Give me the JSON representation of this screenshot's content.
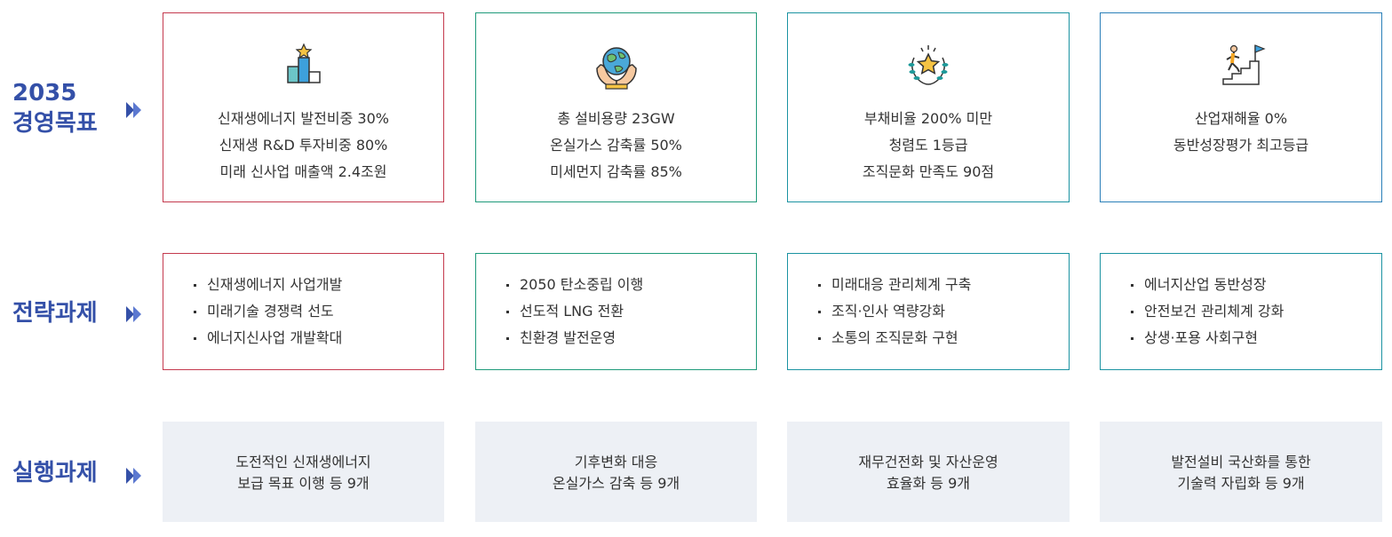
{
  "rows": {
    "goals_label_line1": "2035",
    "goals_label_line2": "경영목표",
    "strategy_label": "전략과제",
    "execution_label": "실행과제"
  },
  "goals": [
    {
      "icon": "podium-star-icon",
      "border_color": "#c43a4e",
      "lines": [
        "신재생에너지 발전비중 30%",
        "신재생 R&D 투자비중 80%",
        "미래 신사업 매출액 2.4조원"
      ]
    },
    {
      "icon": "hands-globe-icon",
      "border_color": "#1e9a7a",
      "lines": [
        "총 설비용량 23GW",
        "온실가스 감축률 50%",
        "미세먼지 감축률 85%"
      ]
    },
    {
      "icon": "laurel-star-icon",
      "border_color": "#1b93a2",
      "lines": [
        "부채비율 200% 미만",
        "청렴도 1등급",
        "조직문화 만족도 90점"
      ]
    },
    {
      "icon": "stairs-flag-icon",
      "border_color": "#2a7fb8",
      "lines": [
        "산업재해율 0%",
        "동반성장평가 최고등급"
      ]
    }
  ],
  "strategies": [
    [
      "신재생에너지 사업개발",
      "미래기술 경쟁력 선도",
      "에너지신사업 개발확대"
    ],
    [
      "2050 탄소중립 이행",
      "선도적 LNG 전환",
      "친환경 발전운영"
    ],
    [
      "미래대응 관리체계 구축",
      "조직·인사 역량강화",
      "소통의 조직문화 구현"
    ],
    [
      "에너지산업 동반성장",
      "안전보건 관리체계 강화",
      "상생·포용 사회구현"
    ]
  ],
  "executions": [
    [
      "도전적인 신재생에너지",
      "보급 목표 이행 등 9개"
    ],
    [
      "기후변화 대응",
      "온실가스 감축 등 9개"
    ],
    [
      "재무건전화 및 자산운영",
      "효율화 등 9개"
    ],
    [
      "발전설비 국산화를 통한",
      "기술력 자립화 등 9개"
    ]
  ],
  "colors": {
    "label": "#3450a8",
    "arrow": "#3450a8",
    "exec_bg": "#edf0f5"
  }
}
